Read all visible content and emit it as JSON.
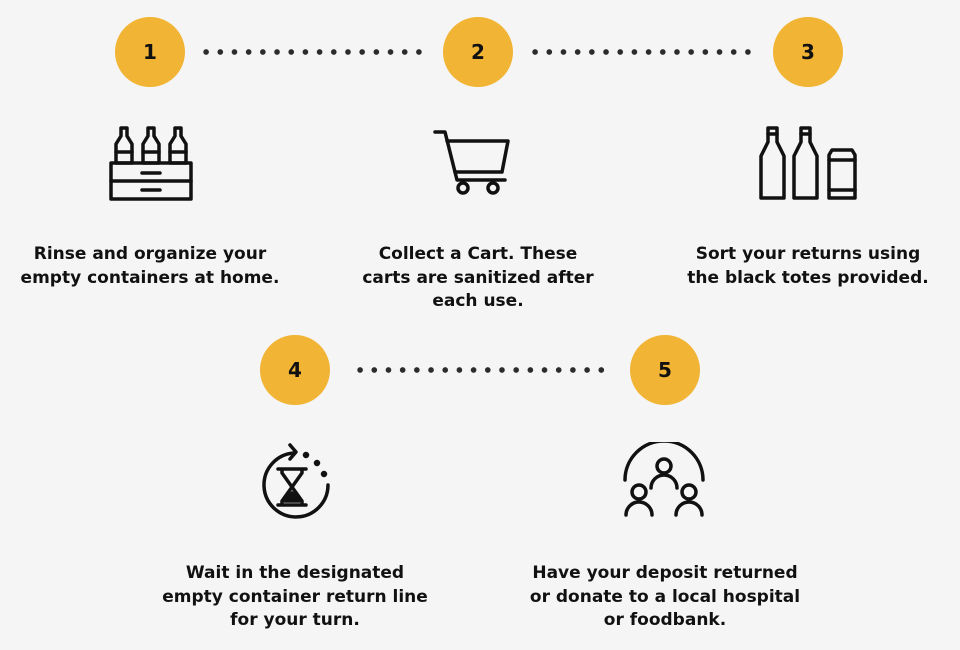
{
  "colors": {
    "accent": "#f1b434",
    "background": "#f5f5f5",
    "ink": "#111111"
  },
  "steps": [
    {
      "number": "1",
      "icon": "bottle-crate-icon",
      "text": "Rinse and organize your\nempty containers at home."
    },
    {
      "number": "2",
      "icon": "shopping-cart-icon",
      "text": "Collect a Cart. These\ncarts are sanitized after\neach use."
    },
    {
      "number": "3",
      "icon": "bottles-and-can-icon",
      "text": "Sort your returns using\nthe black totes provided."
    },
    {
      "number": "4",
      "icon": "hourglass-wait-icon",
      "text": "Wait in the designated\nempty container return line\nfor your turn."
    },
    {
      "number": "5",
      "icon": "community-people-icon",
      "text": "Have your deposit returned\nor donate to a local hospital\nor foodbank."
    }
  ]
}
